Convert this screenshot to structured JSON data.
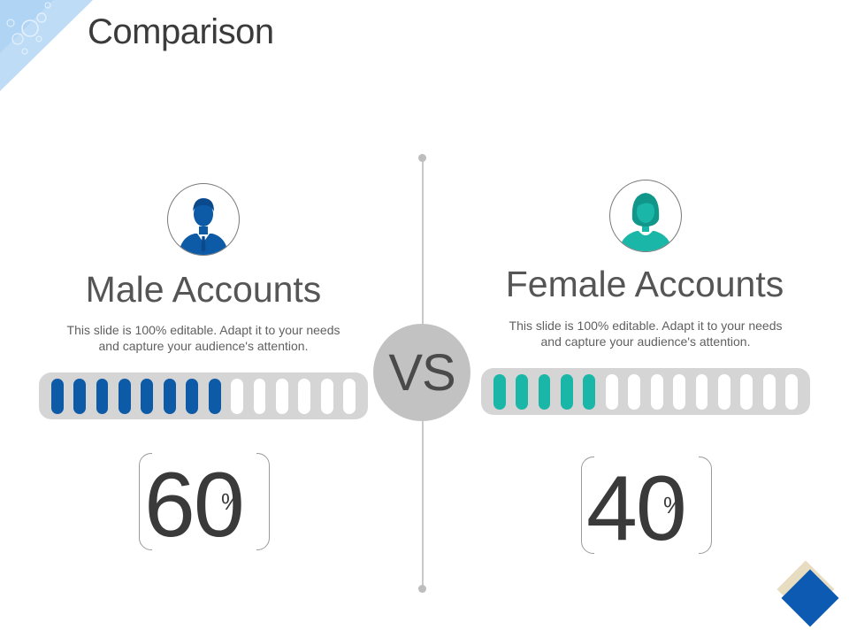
{
  "slide": {
    "title": "Comparison",
    "vs_label": "VS"
  },
  "left": {
    "heading": "Male Accounts",
    "description": "This slide is 100% editable. Adapt it to your needs and capture your audience's attention.",
    "percent": "60",
    "percent_sign": "%",
    "filled_segments": 8,
    "total_segments": 14,
    "accent_color": "#0d5aa7",
    "icon": "male-user-icon"
  },
  "right": {
    "heading": "Female Accounts",
    "description": "This slide is 100% editable. Adapt it to your needs and capture your audience's attention.",
    "percent": "40",
    "percent_sign": "%",
    "filled_segments": 5,
    "total_segments": 14,
    "accent_color": "#1ab7a8",
    "icon": "female-user-icon"
  },
  "colors": {
    "corner_decor": "#bcd9f5",
    "corner_diamond": "#0d5ab3"
  }
}
